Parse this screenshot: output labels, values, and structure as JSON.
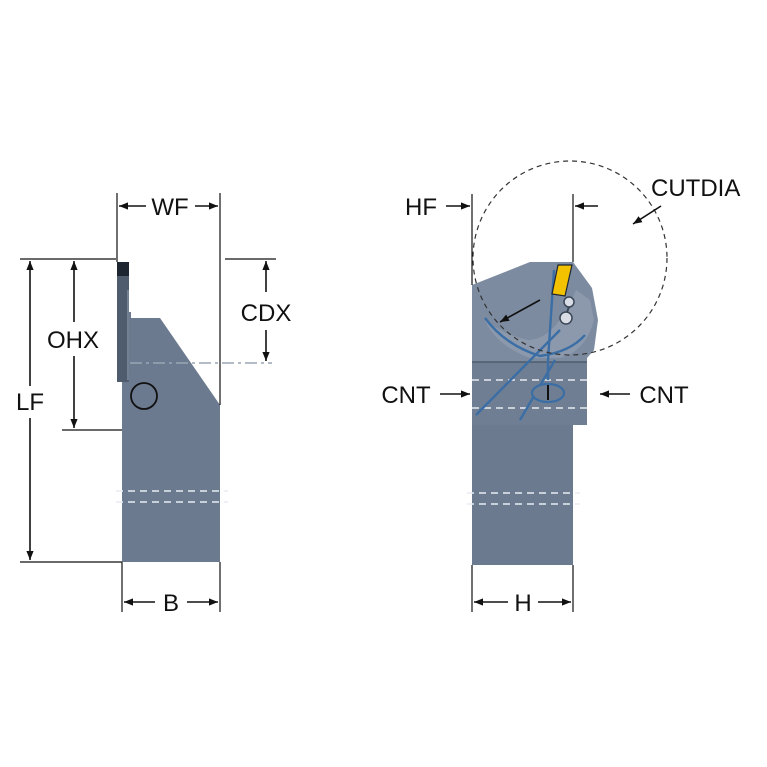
{
  "labels": {
    "wf": "WF",
    "cdx": "CDX",
    "ohx": "OHX",
    "lf": "LF",
    "b": "B",
    "hf": "HF",
    "cutdia": "CUTDIA",
    "cnt_left": "CNT",
    "cnt_right": "CNT",
    "h": "H"
  },
  "colors": {
    "body": "#6b7a8f",
    "body_dark": "#4f5c6e",
    "head": "#7d8ba0",
    "insert": "#f2c200",
    "coolant": "#3a6ea5",
    "line": "#111111"
  }
}
